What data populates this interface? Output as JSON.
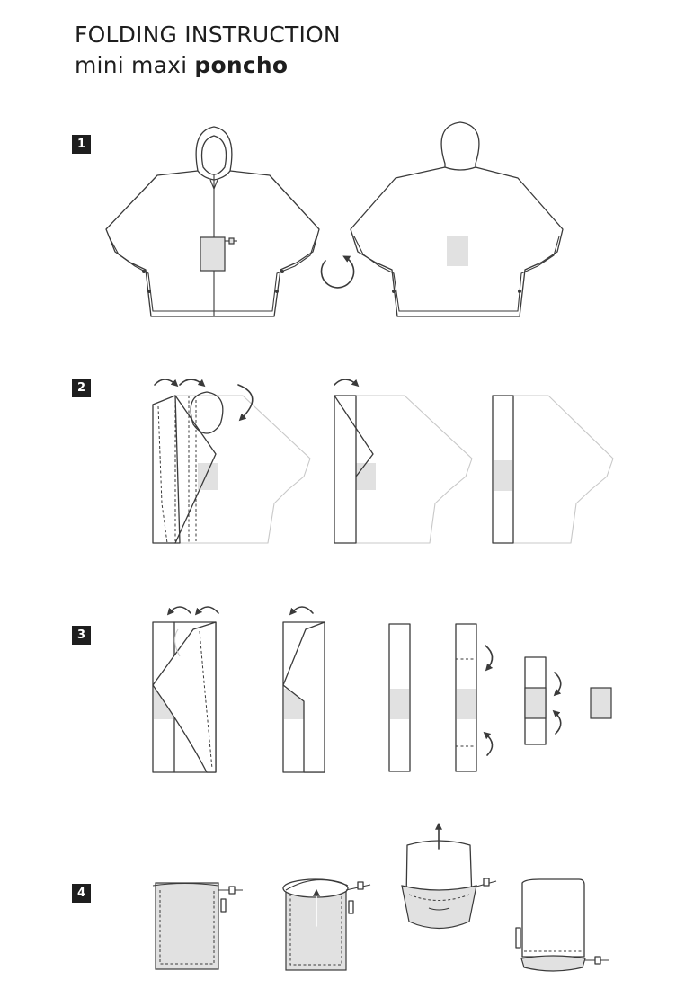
{
  "header": {
    "line1": "FOLDING INSTRUCTION",
    "line2_regular": "mini maxi ",
    "line2_bold": "poncho"
  },
  "steps": [
    "1",
    "2",
    "3",
    "4"
  ],
  "colors": {
    "ink": "#1e1e1e",
    "fill": "#e1e1e1",
    "ghost": "#c8c8c8"
  }
}
